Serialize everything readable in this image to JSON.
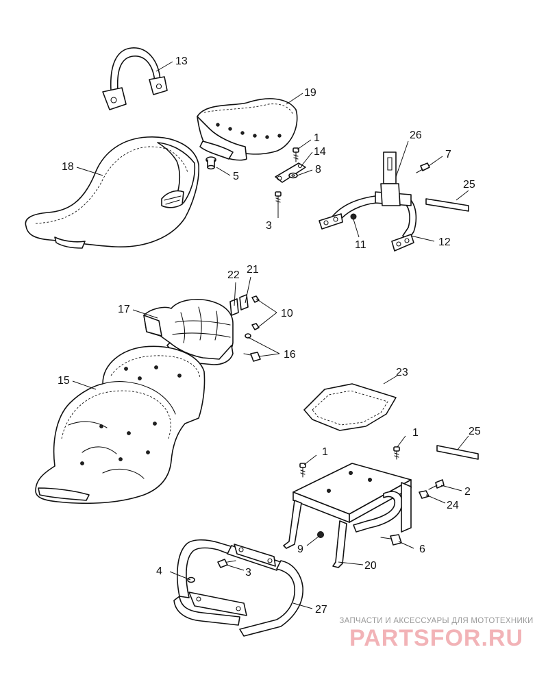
{
  "diagram": {
    "callouts": {
      "c1_top": "1",
      "c1_mid_a": "1",
      "c1_mid_b": "1",
      "c2": "2",
      "c3_top": "3",
      "c3_bottom": "3",
      "c4": "4",
      "c5": "5",
      "c6": "6",
      "c7": "7",
      "c8": "8",
      "c9": "9",
      "c10": "10",
      "c11": "11",
      "c12": "12",
      "c13": "13",
      "c14": "14",
      "c15": "15",
      "c16": "16",
      "c17": "17",
      "c18": "18",
      "c19": "19",
      "c20": "20",
      "c21": "21",
      "c22": "22",
      "c23": "23",
      "c24": "24",
      "c25_top": "25",
      "c25_bottom": "25",
      "c26": "26",
      "c27": "27"
    },
    "colors": {
      "line": "#111111",
      "watermark_text": "#9a9a9a",
      "watermark_logo": "#f2b3b7"
    }
  },
  "watermark": {
    "tagline": "ЗАПЧАСТИ И АКСЕССУАРЫ ДЛЯ МОТОТЕХНИКИ",
    "logo": "PARTSFOR.RU"
  }
}
